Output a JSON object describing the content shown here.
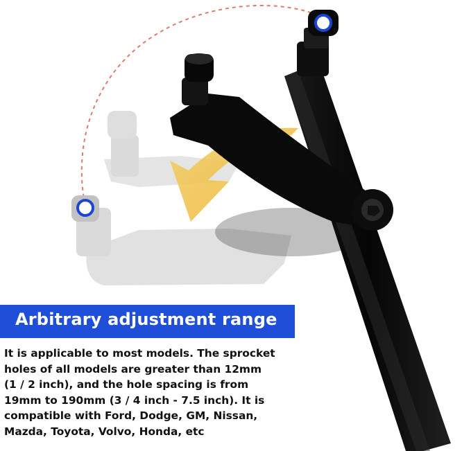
{
  "banner": {
    "title": "Arbitrary adjustment range"
  },
  "description": {
    "lines": [
      "It is applicable to most models. The sprocket",
      "holes of all models are greater than 12mm",
      "(1 / 2 inch), and the hole spacing is from",
      "19mm to 190mm (3 / 4 inch - 7.5 inch). It is",
      "compatible with Ford, Dodge, GM, Nissan,",
      "Mazda, Toyota, Volvo, Honda, etc"
    ]
  },
  "colors": {
    "banner": "#1f4fd8",
    "tool": "#0b0b0b",
    "ghost": "#d6d6d6",
    "arrow": "#f2c12e",
    "dashed_arc": "#e07a6c",
    "pin_ring": "#1a46d6"
  }
}
